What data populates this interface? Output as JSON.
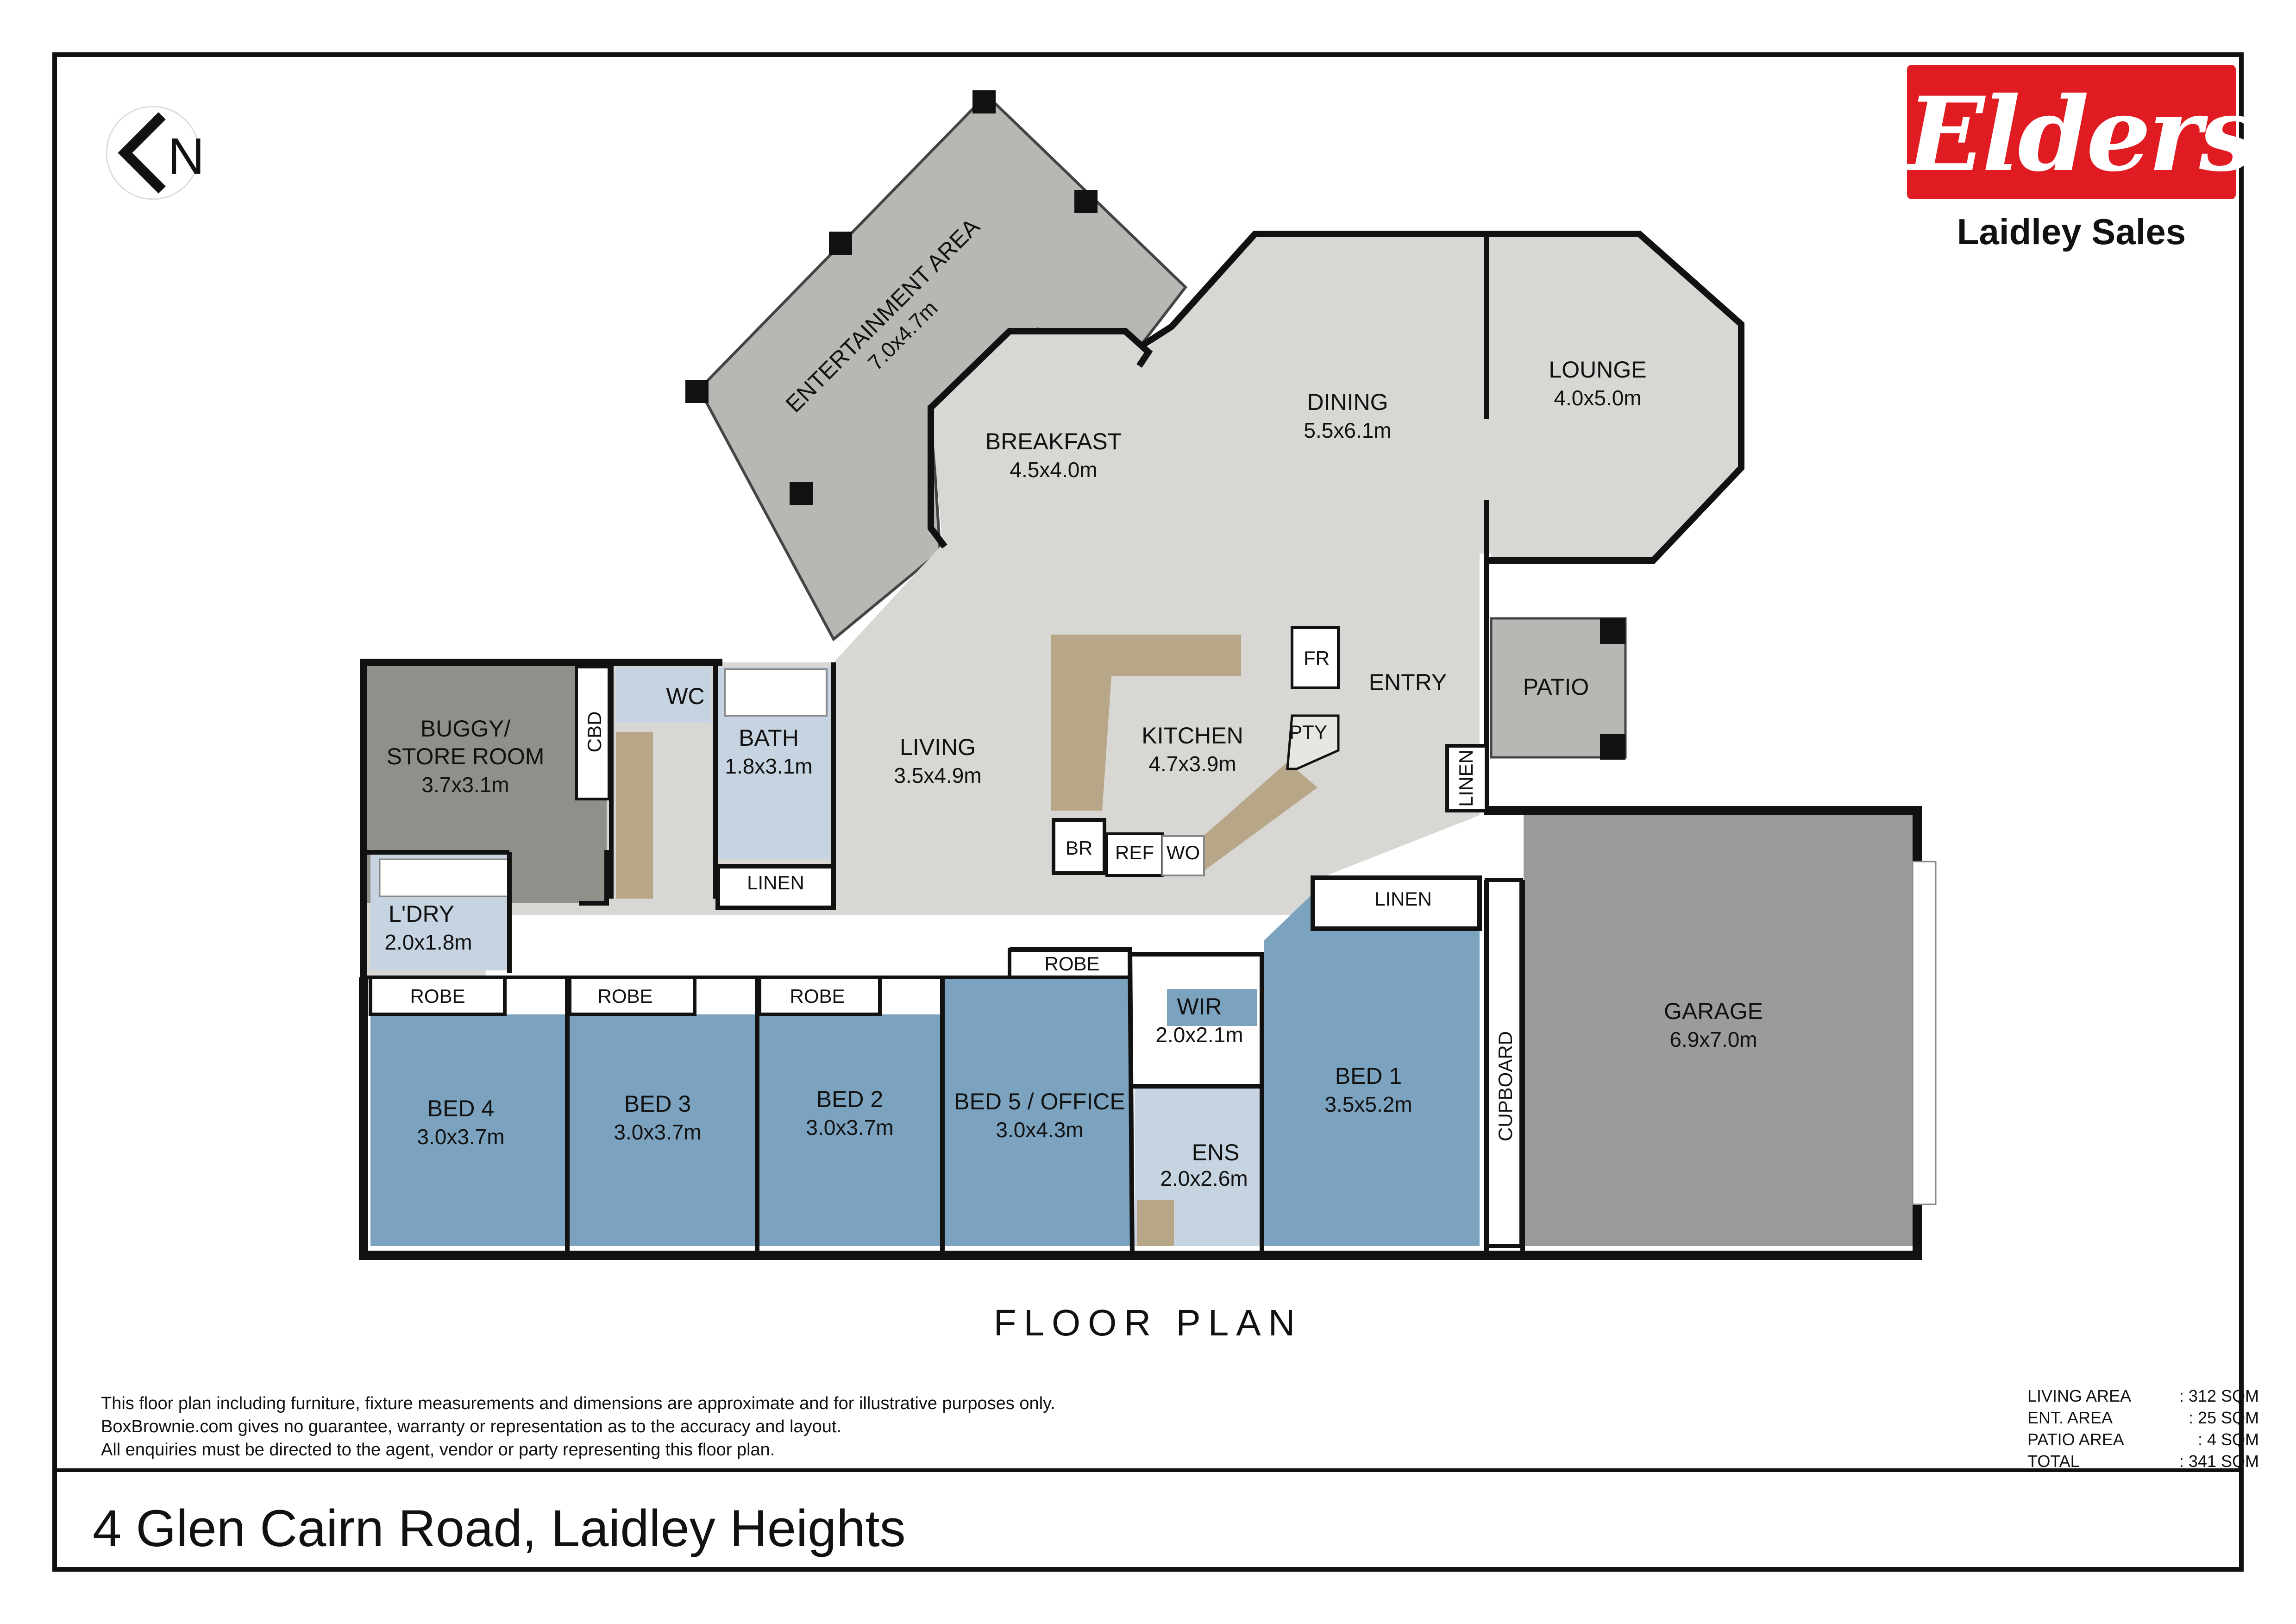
{
  "rooms": {
    "entertainment": {
      "name": "ENTERTAINMENT AREA",
      "dim": "7.0x4.7m"
    },
    "breakfast": {
      "name": "BREAKFAST",
      "dim": "4.5x4.0m"
    },
    "dining": {
      "name": "DINING",
      "dim": "5.5x6.1m"
    },
    "lounge": {
      "name": "LOUNGE",
      "dim": "4.0x5.0m"
    },
    "buggy": {
      "name1": "BUGGY/",
      "name2": "STORE ROOM",
      "dim": "3.7x3.1m"
    },
    "cbd": {
      "name": "CBD"
    },
    "wc": {
      "name": "WC"
    },
    "bath": {
      "name": "BATH",
      "dim": "1.8x3.1m"
    },
    "living": {
      "name": "LIVING",
      "dim": "3.5x4.9m"
    },
    "kitchen": {
      "name": "KITCHEN",
      "dim": "4.7x3.9m"
    },
    "fr": {
      "name": "FR"
    },
    "pty": {
      "name": "PTY"
    },
    "br": {
      "name": "BR"
    },
    "ref": {
      "name": "REF"
    },
    "wo": {
      "name": "WO"
    },
    "entry": {
      "name": "ENTRY"
    },
    "patio": {
      "name": "PATIO"
    },
    "linen_bath": {
      "name": "LINEN"
    },
    "linen_entry": {
      "name": "LINEN"
    },
    "linen_bed1": {
      "name": "LINEN"
    },
    "laundry": {
      "name": "L'DRY",
      "dim": "2.0x1.8m"
    },
    "robe4": {
      "name": "ROBE"
    },
    "robe3": {
      "name": "ROBE"
    },
    "robe2": {
      "name": "ROBE"
    },
    "robe5": {
      "name": "ROBE"
    },
    "bed4": {
      "name": "BED 4",
      "dim": "3.0x3.7m"
    },
    "bed3": {
      "name": "BED 3",
      "dim": "3.0x3.7m"
    },
    "bed2": {
      "name": "BED 2",
      "dim": "3.0x3.7m"
    },
    "bed5": {
      "name": "BED 5 / OFFICE",
      "dim": "3.0x4.3m"
    },
    "wir": {
      "name": "WIR",
      "dim": "2.0x2.1m"
    },
    "ens": {
      "name": "ENS",
      "dim": "2.0x2.6m"
    },
    "bed1": {
      "name": "BED 1",
      "dim": "3.5x5.2m"
    },
    "cupboard": {
      "name": "CUPBOARD"
    },
    "garage": {
      "name": "GARAGE",
      "dim": "6.9x7.0m"
    }
  },
  "compass": {
    "letter": "N",
    "icon": "north-arrow-icon"
  },
  "logo": {
    "brand": "Elders",
    "sub": "Laidley Sales"
  },
  "plan_title": "FLOOR PLAN",
  "disclaimer": [
    "This floor plan including furniture, fixture measurements and dimensions are approximate and for illustrative purposes only.",
    "BoxBrownie.com gives no guarantee, warranty or representation as to the accuracy and layout.",
    "All enquiries must be directed to the agent, vendor or party representing this floor plan."
  ],
  "areas": [
    {
      "label": "LIVING AREA",
      "value": ": 312 SQM"
    },
    {
      "label": "ENT. AREA",
      "value": ":    25 SQM"
    },
    {
      "label": "PATIO AREA",
      "value": ":      4 SQM"
    },
    {
      "label": "TOTAL",
      "value": ": 341 SQM"
    }
  ],
  "address": "4 Glen Cairn Road, Laidley Heights",
  "colors": {
    "living": "#d9d7d3",
    "bedroom": "#7ba3c0",
    "wet": "#c6d3e0",
    "garage": "#9b9b9a",
    "store": "#8e918a",
    "outdoor": "#b9b7b3",
    "bench": "#b7a688",
    "wall": "#111111",
    "brand": "#e11b22"
  }
}
